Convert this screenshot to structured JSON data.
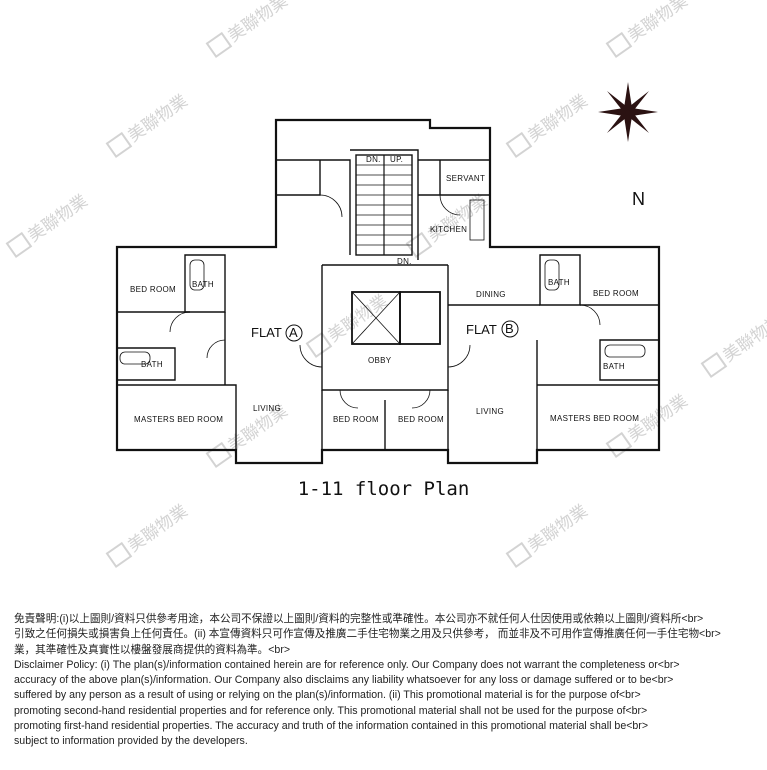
{
  "watermark": {
    "text": "美聯物業"
  },
  "compass": {
    "label": "N"
  },
  "plan": {
    "title": "1-11 floor Plan",
    "rooms": {
      "up": "UP.",
      "dn_top": "DN.",
      "servant": "SERVANT",
      "kitchen": "KITCHEN",
      "dn_mid": "DN.",
      "bed_room_a": "BED ROOM",
      "bath_a1": "BATH",
      "flat_a": "FLAT",
      "flat_a_mark": "A",
      "bath_a2": "BATH",
      "masters_bed_a": "MASTERS BED ROOM",
      "living_a": "LIVING",
      "dining": "DINING",
      "bath_b1": "BATH",
      "bed_room_b": "BED ROOM",
      "flat_b": "FLAT",
      "flat_b_mark": "B",
      "bath_b2": "BATH",
      "lobby": "OBBY",
      "bed_room_c": "BED ROOM",
      "bed_room_d": "BED ROOM",
      "living_b": "LIVING",
      "masters_bed_b": "MASTERS BED ROOM"
    }
  },
  "disclaimer": {
    "lines": [
      "免責聲明:(i)以上圖則/資料只供參考用途，本公司不保證以上圖則/資料的完整性或準確性。本公司亦不就任何人仕因使用或依賴以上圖則/資料所<br>",
      "引致之任何損失或損害負上任何責任。(ii) 本宣傳資料只可作宣傳及推廣二手住宅物業之用及只供參考， 而並非及不可用作宣傳推廣任何一手住宅物<br>",
      "業，其準確性及真實性以樓盤發展商提供的資料為準。<br>",
      "Disclaimer Policy: (i) The plan(s)/information contained herein are for reference only. Our Company does not warrant the completeness or<br>",
      "accuracy of the above plan(s)/information. Our Company also disclaims any liability whatsoever for any loss or damage suffered or to be<br>",
      "suffered by any person as a result of using or relying on the plan(s)/information. (ii) This promotional material is for the purpose of<br>",
      "promoting second-hand residential properties and for reference only. This promotional material shall not be used for the purpose of<br>",
      "promoting first-hand residential properties. The accuracy and truth of the information contained in this promotional material shall be<br>",
      "subject to information provided by the developers."
    ]
  }
}
